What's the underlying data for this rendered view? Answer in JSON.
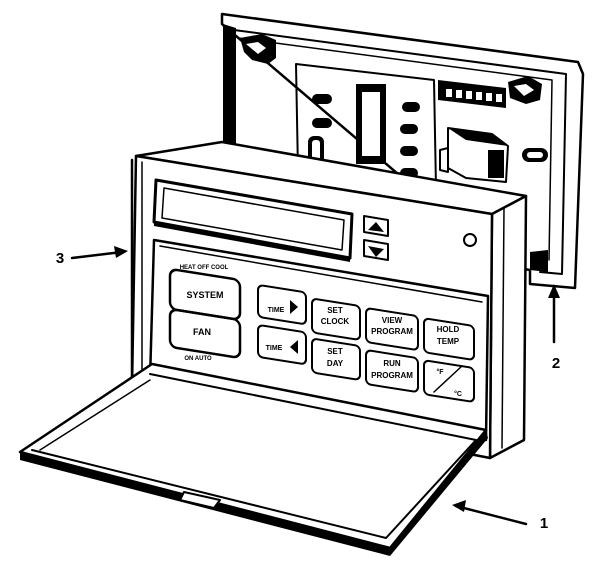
{
  "callouts": {
    "c1": "1",
    "c2": "2",
    "c3": "3"
  },
  "panel": {
    "system_label": "SYSTEM",
    "system_caption": "HEAT OFF COOL",
    "fan_label": "FAN",
    "fan_caption": "ON AUTO",
    "time_fwd_label": "TIME",
    "time_back_label": "TIME",
    "set_clock": [
      "SET",
      "CLOCK"
    ],
    "set_day": [
      "SET",
      "DAY"
    ],
    "view_program": [
      "VIEW",
      "PROGRAM"
    ],
    "run_program": [
      "RUN",
      "PROGRAM"
    ],
    "hold_temp": [
      "HOLD",
      "TEMP"
    ],
    "f_c": [
      "°F",
      "°C"
    ]
  },
  "icons": {
    "up": "up-triangle-icon",
    "down": "down-triangle-icon",
    "right": "right-arrow-icon",
    "left": "left-arrow-icon"
  },
  "colors": {
    "ink": "#000000",
    "paper": "#ffffff"
  }
}
